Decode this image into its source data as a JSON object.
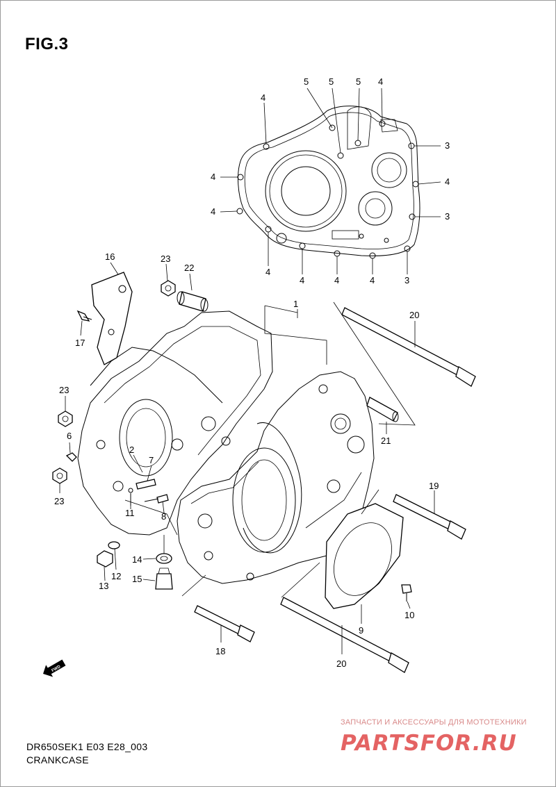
{
  "figure": {
    "title": "FIG.3",
    "code": "DR650SEK1 E03 E28_003",
    "name": "CRANKCASE"
  },
  "parts": [
    {
      "ref": "1"
    },
    {
      "ref": "2"
    },
    {
      "ref": "3"
    },
    {
      "ref": "4"
    },
    {
      "ref": "5"
    },
    {
      "ref": "6"
    },
    {
      "ref": "7"
    },
    {
      "ref": "8"
    },
    {
      "ref": "9"
    },
    {
      "ref": "10"
    },
    {
      "ref": "11"
    },
    {
      "ref": "12"
    },
    {
      "ref": "13"
    },
    {
      "ref": "14"
    },
    {
      "ref": "15"
    },
    {
      "ref": "16"
    },
    {
      "ref": "17"
    },
    {
      "ref": "18"
    },
    {
      "ref": "19"
    },
    {
      "ref": "20"
    },
    {
      "ref": "21"
    },
    {
      "ref": "22"
    },
    {
      "ref": "23"
    }
  ],
  "fwd_badge": "FWD",
  "watermark": {
    "tagline": "ЗАПЧАСТИ И АКСЕССУАРЫ ДЛЯ МОТОТЕХНИКИ",
    "logo": "PARTSFOR.RU",
    "color": "#e04848"
  }
}
